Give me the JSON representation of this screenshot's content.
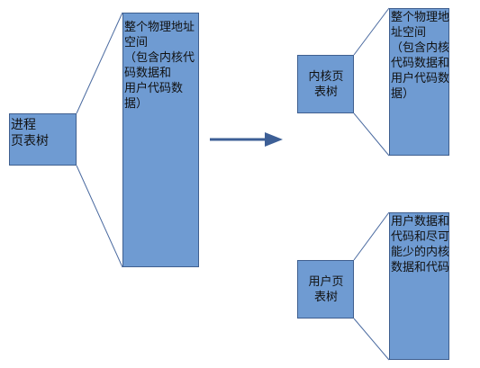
{
  "diagram": {
    "process_page_table": "进程\n页表树",
    "full_address_space": "整个物理地址空间\n（包含内核代码数据和\n用户代码数据）",
    "kernel_page_table": "内核页\n表树",
    "kernel_address_space": "整个物理地址空间\n（包含内核代码数据和\n用户代码数据）",
    "user_page_table": "用户页\n表树",
    "user_address_space": "用户数据和代码和尽可能少的内核数据和代码"
  },
  "colors": {
    "box_fill": "#6f9bd2",
    "box_border": "#3f5f8f",
    "line": "#4a6aa0",
    "arrow": "#3d5f96"
  }
}
